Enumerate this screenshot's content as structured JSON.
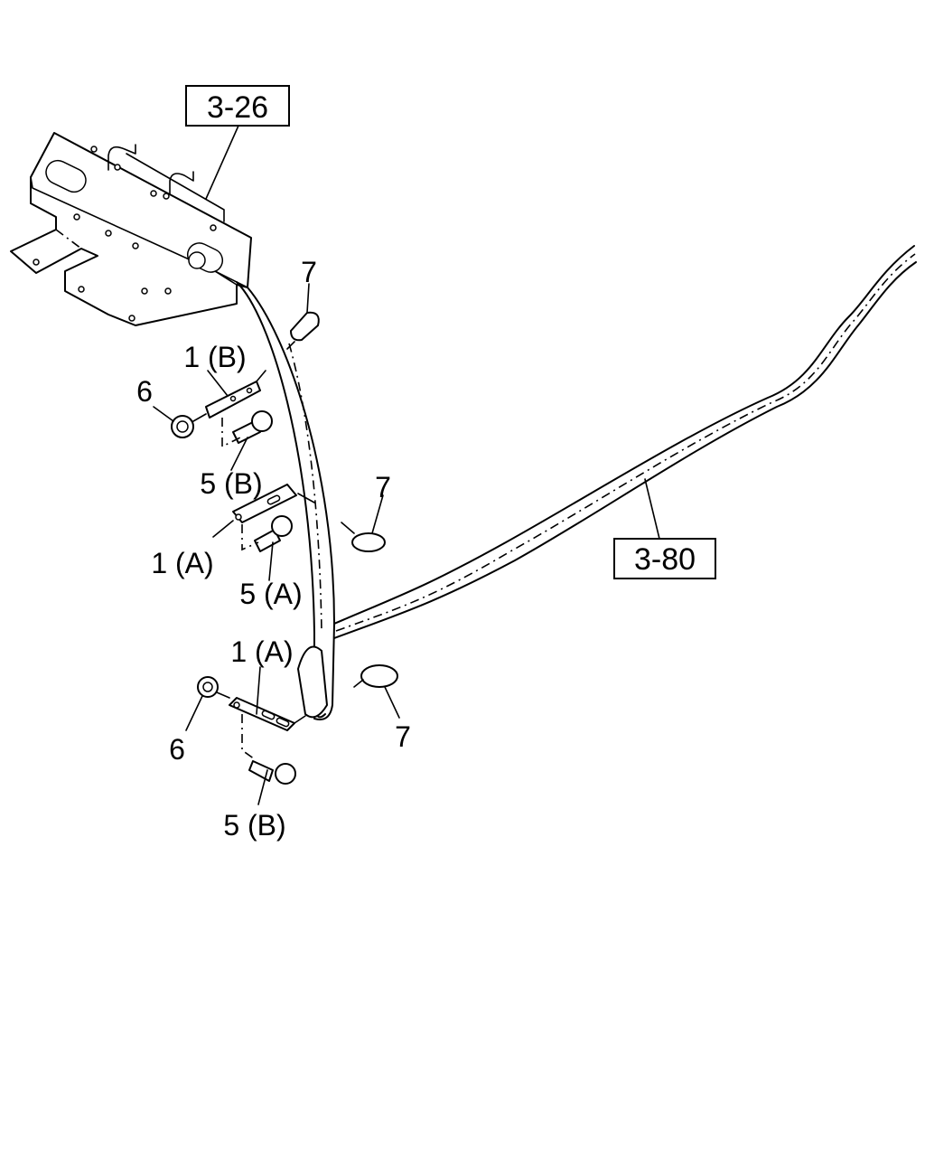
{
  "references": {
    "ref_3_26": "3-26",
    "ref_3_80": "3-80"
  },
  "callouts": {
    "clip_top": "7",
    "bracket_upper": "1 (B)",
    "nut_upper": "6",
    "bolt_upper": "5 (B)",
    "clip_middle": "7",
    "bracket_middle": "1 (A)",
    "bolt_middle": "5 (A)",
    "bracket_lower": "1 (A)",
    "nut_lower": "6",
    "clip_lower": "7",
    "bolt_lower": "5 (B)"
  }
}
